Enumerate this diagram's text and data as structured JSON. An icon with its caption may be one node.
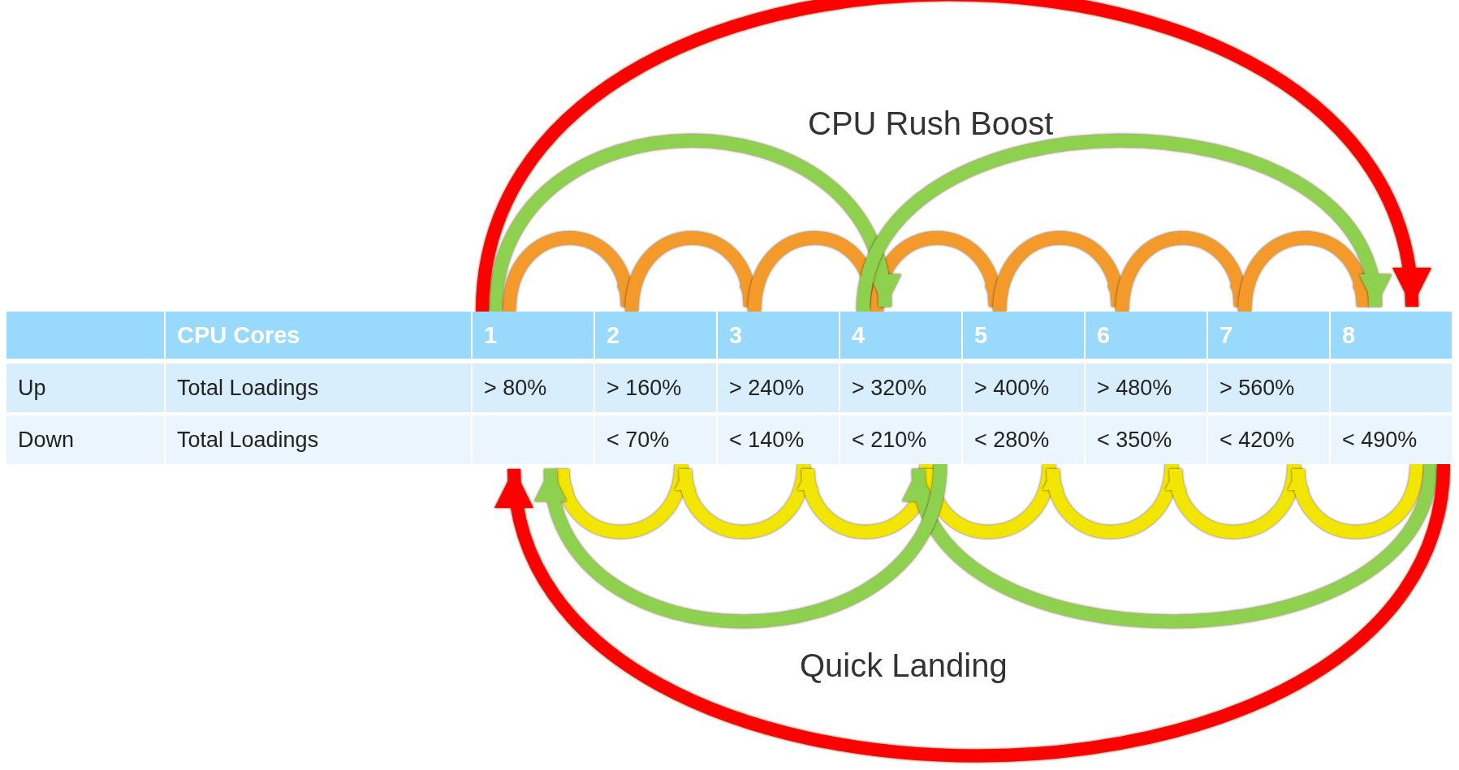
{
  "diagram": {
    "nodes": [
      {
        "text": [
          "1"
        ]
      },
      {
        "text": [
          "2"
        ]
      },
      {
        "text": [
          "3"
        ]
      },
      {
        "text": [
          "4"
        ]
      },
      {
        "text": [
          "5"
        ]
      },
      {
        "text": [
          "6"
        ]
      },
      {
        "text": [
          "7"
        ]
      },
      {
        "text": [
          "8"
        ]
      }
    ],
    "edges": [
      {
        "from": 0,
        "to": 1,
        "arrow": "to",
        "color": "#f39a2b"
      },
      {
        "from": 1,
        "to": 2,
        "arrow": "to",
        "color": "#f39a2b"
      },
      {
        "from": 2,
        "to": 3,
        "arrow": "to",
        "color": "#f39a2b"
      },
      {
        "from": 3,
        "to": 4,
        "arrow": "to",
        "color": "#f39a2b"
      },
      {
        "from": 4,
        "to": 5,
        "arrow": "to",
        "color": "#f39a2b"
      },
      {
        "from": 5,
        "to": 6,
        "arrow": "to",
        "color": "#f39a2b"
      },
      {
        "from": 6,
        "to": 7,
        "arrow": "to",
        "color": "#f39a2b"
      },
      {
        "from": 0,
        "to": 3,
        "arrow": "to",
        "color": "#8dd14f"
      },
      {
        "from": 3,
        "to": 7,
        "arrow": "to",
        "color": "#8dd14f"
      },
      {
        "from": 0,
        "to": 7,
        "arrow": "to",
        "color": "#ff0000"
      },
      {
        "from": 1,
        "to": 0,
        "arrow": "to",
        "color": "#f2e600"
      },
      {
        "from": 2,
        "to": 1,
        "arrow": "to",
        "color": "#f2e600"
      },
      {
        "from": 3,
        "to": 2,
        "arrow": "to",
        "color": "#f2e600"
      },
      {
        "from": 4,
        "to": 3,
        "arrow": "to",
        "color": "#f2e600"
      },
      {
        "from": 5,
        "to": 4,
        "arrow": "to",
        "color": "#f2e600"
      },
      {
        "from": 6,
        "to": 5,
        "arrow": "to",
        "color": "#f2e600"
      },
      {
        "from": 7,
        "to": 6,
        "arrow": "to",
        "color": "#f2e600"
      },
      {
        "from": 7,
        "to": 3,
        "arrow": "to",
        "color": "#8dd14f"
      },
      {
        "from": 3,
        "to": 0,
        "arrow": "to",
        "color": "#8dd14f"
      },
      {
        "from": 7,
        "to": 0,
        "arrow": "to",
        "color": "#ff0000"
      }
    ],
    "labels": [
      "CPU Rush Boost",
      "CPU Cores",
      "Up",
      "Total Loadings",
      "> 80%",
      "> 160%",
      "> 240%",
      "> 320%",
      "> 400%",
      "> 480%",
      "> 560%",
      "Down",
      "Total Loadings",
      "< 70%",
      "< 140%",
      "< 210%",
      "< 280%",
      "< 350%",
      "< 420%",
      "< 490%",
      "Quick Landing"
    ]
  }
}
